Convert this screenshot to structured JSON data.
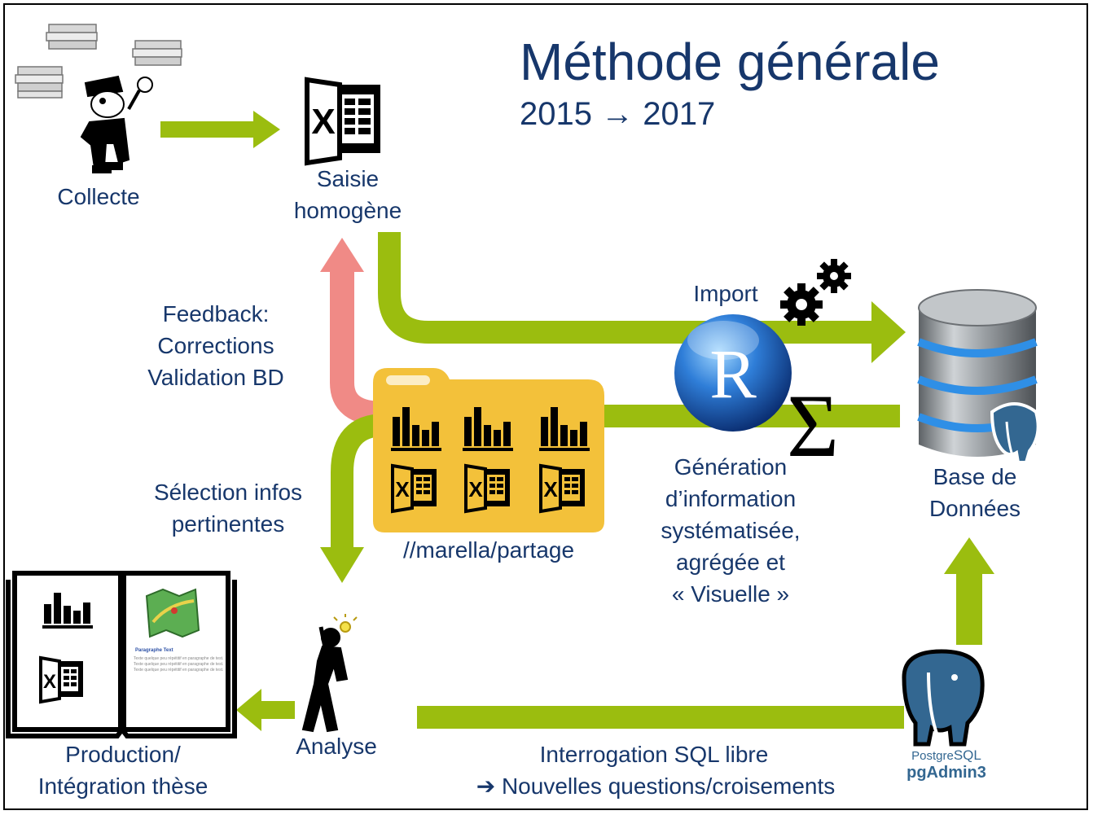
{
  "title": "Méthode générale",
  "subtitle": "2015 → 2017",
  "nodes": {
    "collecte": "Collecte",
    "saisie": [
      "Saisie",
      "homogène"
    ],
    "feedback": [
      "Feedback:",
      "Corrections",
      "Validation BD"
    ],
    "import": "Import",
    "selection": [
      "Sélection infos",
      "pertinentes"
    ],
    "partage": "//marella/partage",
    "generation": [
      "Génération",
      "d’information",
      "systématisée,",
      "agrégée et",
      "« Visuelle »"
    ],
    "base": [
      "Base de",
      "Données"
    ],
    "production": [
      "Production/",
      "Intégration thèse"
    ],
    "analyse": "Analyse",
    "interrogation": [
      "Interrogation SQL libre",
      "➔ Nouvelles questions/croisements"
    ]
  },
  "logos": {
    "r": "R",
    "sigma": "Σ",
    "excel": "X",
    "pg_line1": [
      "Postgre",
      "SQL"
    ],
    "pg_line2": "pgAdmin3"
  },
  "icons": [
    "books-icon",
    "detective-icon",
    "excel-icon",
    "gears-icon",
    "r-logo-icon",
    "folder-icon",
    "chart-icon",
    "database-icon",
    "elephant-icon",
    "book-icon",
    "thinker-icon",
    "map-icon"
  ],
  "book_page": {
    "heading": "Paragraphe Text",
    "body": "Texte quelque peu répétitif en paragraphe de test. Texte quelque peu répétitif en paragraphe de test. Texte quelque peu répétitif en paragraphe de test."
  },
  "colors": {
    "text": "#17376b",
    "flow_green": "#9bbd0f",
    "feedback_red": "#f08a86",
    "folder": "#f3c13a",
    "database_blue": "#2f8fe6",
    "r_blue": "#1b63b5",
    "postgres_blue": "#336791"
  }
}
